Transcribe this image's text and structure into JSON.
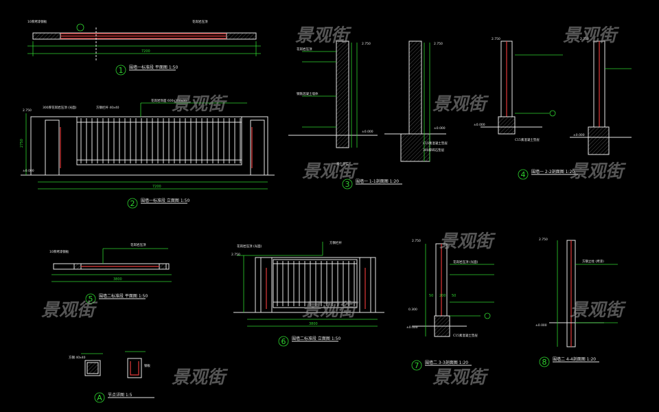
{
  "watermark": "景观街",
  "details": [
    {
      "num": "1",
      "caption": "围墙一标准段  平面图 1:50"
    },
    {
      "num": "2",
      "caption": "围墙一标准段  立面图 1:50"
    },
    {
      "num": "3",
      "caption": "围墙一  1-1剖面图 1:20"
    },
    {
      "num": "4",
      "caption": "围墙一  2-2剖面图 1:20"
    },
    {
      "num": "5",
      "caption": "围墙二标准段  平面图 1:50"
    },
    {
      "num": "6",
      "caption": "围墙二标准段  立面图 1:50"
    },
    {
      "num": "7",
      "caption": "围墙二  3-3剖面图 1:20"
    },
    {
      "num": "8",
      "caption": "围墙二  4-4剖面图 1:20"
    },
    {
      "num": "A",
      "caption": "节点详图 1:5"
    }
  ],
  "dims": {
    "plan1_total": "7200",
    "elev2_total": "7200",
    "elev2_height": "2750",
    "plan5_total": "3800",
    "elev6_total": "3800",
    "sec7_w1": "50",
    "sec7_w2": "200",
    "sec7_w3": "50"
  },
  "levels": {
    "top": "2.750",
    "ground": "±0.000",
    "mid": "0.300"
  }
}
